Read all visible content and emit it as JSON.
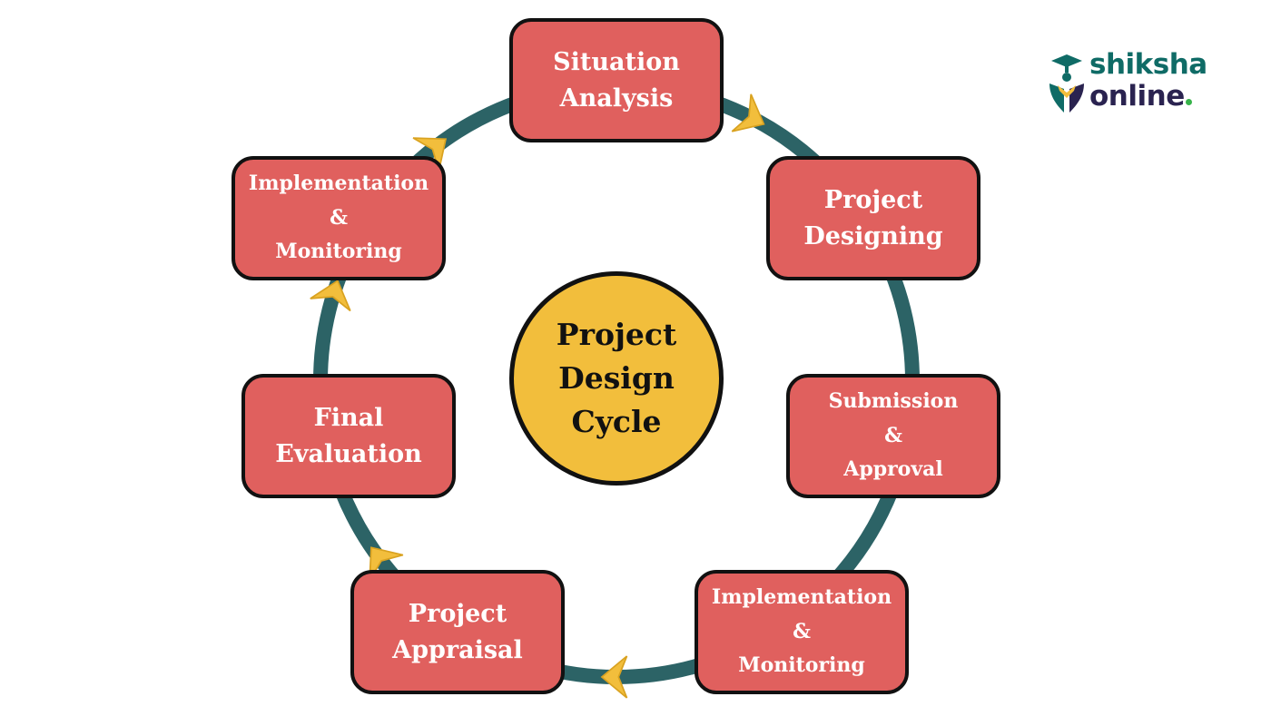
{
  "diagram": {
    "center_lines": [
      "Project",
      "Design",
      "Cycle"
    ],
    "steps": [
      {
        "id": "situation",
        "lines": [
          "Situation",
          "Analysis"
        ]
      },
      {
        "id": "designing",
        "lines": [
          "Project",
          "Designing"
        ]
      },
      {
        "id": "submission",
        "lines": [
          "Submission",
          "&",
          "Approval"
        ]
      },
      {
        "id": "impl-right",
        "lines": [
          "Implementation",
          "&",
          "Monitoring"
        ]
      },
      {
        "id": "appraisal",
        "lines": [
          "Project",
          "Appraisal"
        ]
      },
      {
        "id": "final",
        "lines": [
          "Final",
          "Evaluation"
        ]
      },
      {
        "id": "impl-left",
        "lines": [
          "Implementation",
          "&",
          "Monitoring"
        ]
      }
    ],
    "colors": {
      "node_fill": "#e0605e",
      "center_fill": "#f2be3c",
      "ring": "#2c6366",
      "arrow": "#f2be3c"
    }
  },
  "brand": {
    "line1": "shiksha",
    "line2": "online",
    "accent": "#37b34a"
  }
}
